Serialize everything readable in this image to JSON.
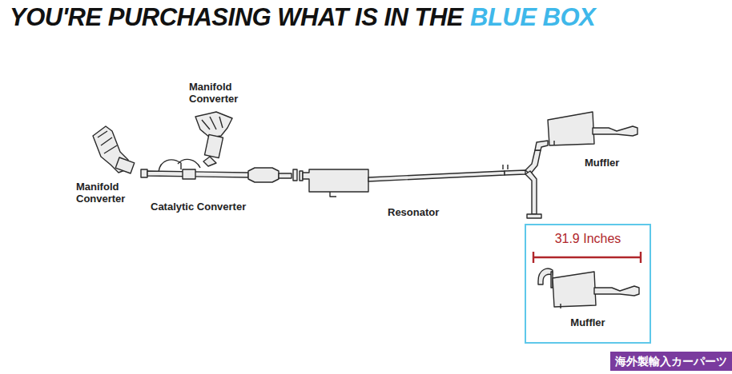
{
  "diagram": {
    "title": "YOU'RE PURCHASING WHAT IS IN THE",
    "nodes": [
      {
        "text": [
          "31.9 Inches",
          "Muffler"
        ]
      }
    ],
    "labels": [
      "BLUE BOX",
      "Manifold Converter",
      "Manifold Converter",
      "Catalytic Converter",
      "Resonator",
      "Muffler",
      "海外製輸入カーパーツ"
    ]
  }
}
